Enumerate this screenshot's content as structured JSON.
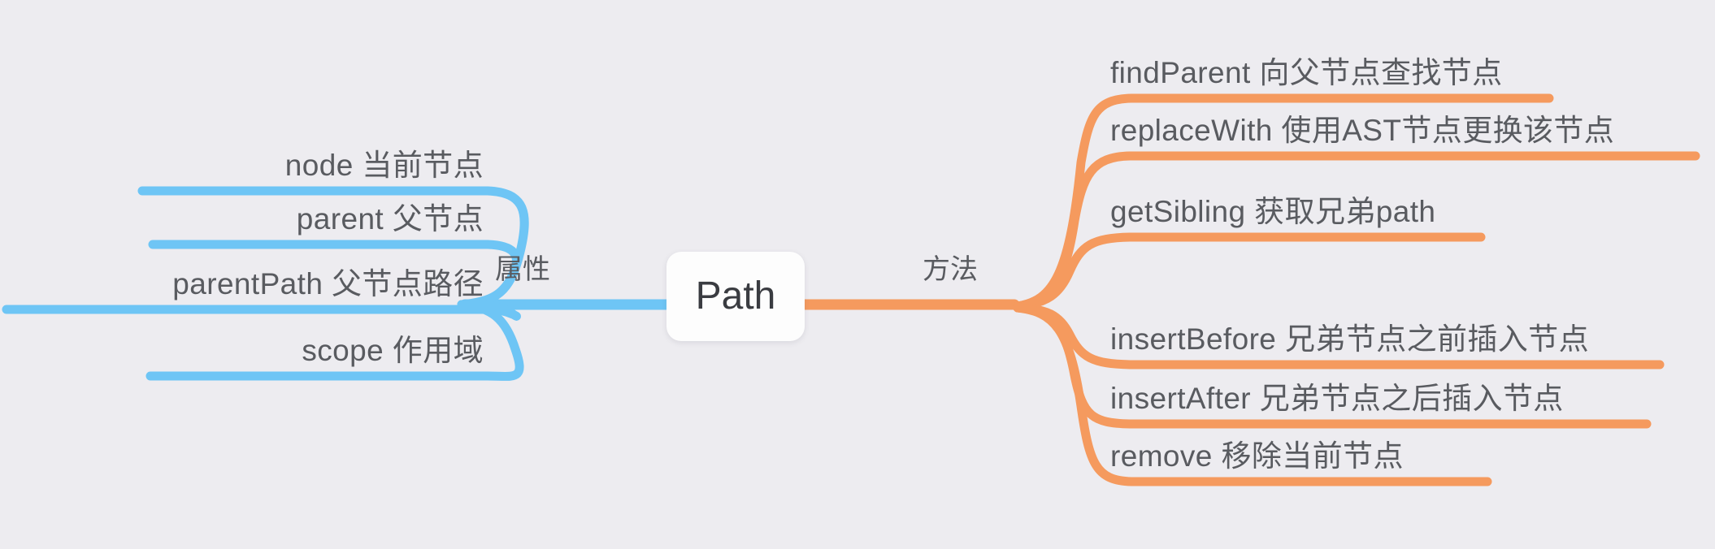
{
  "diagram": {
    "type": "mindmap",
    "background_color": "#edecf0",
    "root": {
      "label": "Path",
      "text_color": "#3a3c41",
      "fill_color": "#fdfdfd"
    },
    "branches": [
      {
        "title": "属性",
        "side": "left",
        "color": "#6ec5f5",
        "items": [
          {
            "label": "node 当前节点"
          },
          {
            "label": "parent 父节点"
          },
          {
            "label": "parentPath 父节点路径"
          },
          {
            "label": "scope 作用域"
          }
        ]
      },
      {
        "title": "方法",
        "side": "right",
        "color": "#f59a5e",
        "items": [
          {
            "label": "findParent 向父节点查找节点"
          },
          {
            "label": "replaceWith 使用AST节点更换该节点"
          },
          {
            "label": "getSibling 获取兄弟path"
          },
          {
            "label": "insertBefore 兄弟节点之前插入节点"
          },
          {
            "label": "insertAfter 兄弟节点之后插入节点"
          },
          {
            "label": "remove 移除当前节点"
          }
        ]
      }
    ]
  }
}
